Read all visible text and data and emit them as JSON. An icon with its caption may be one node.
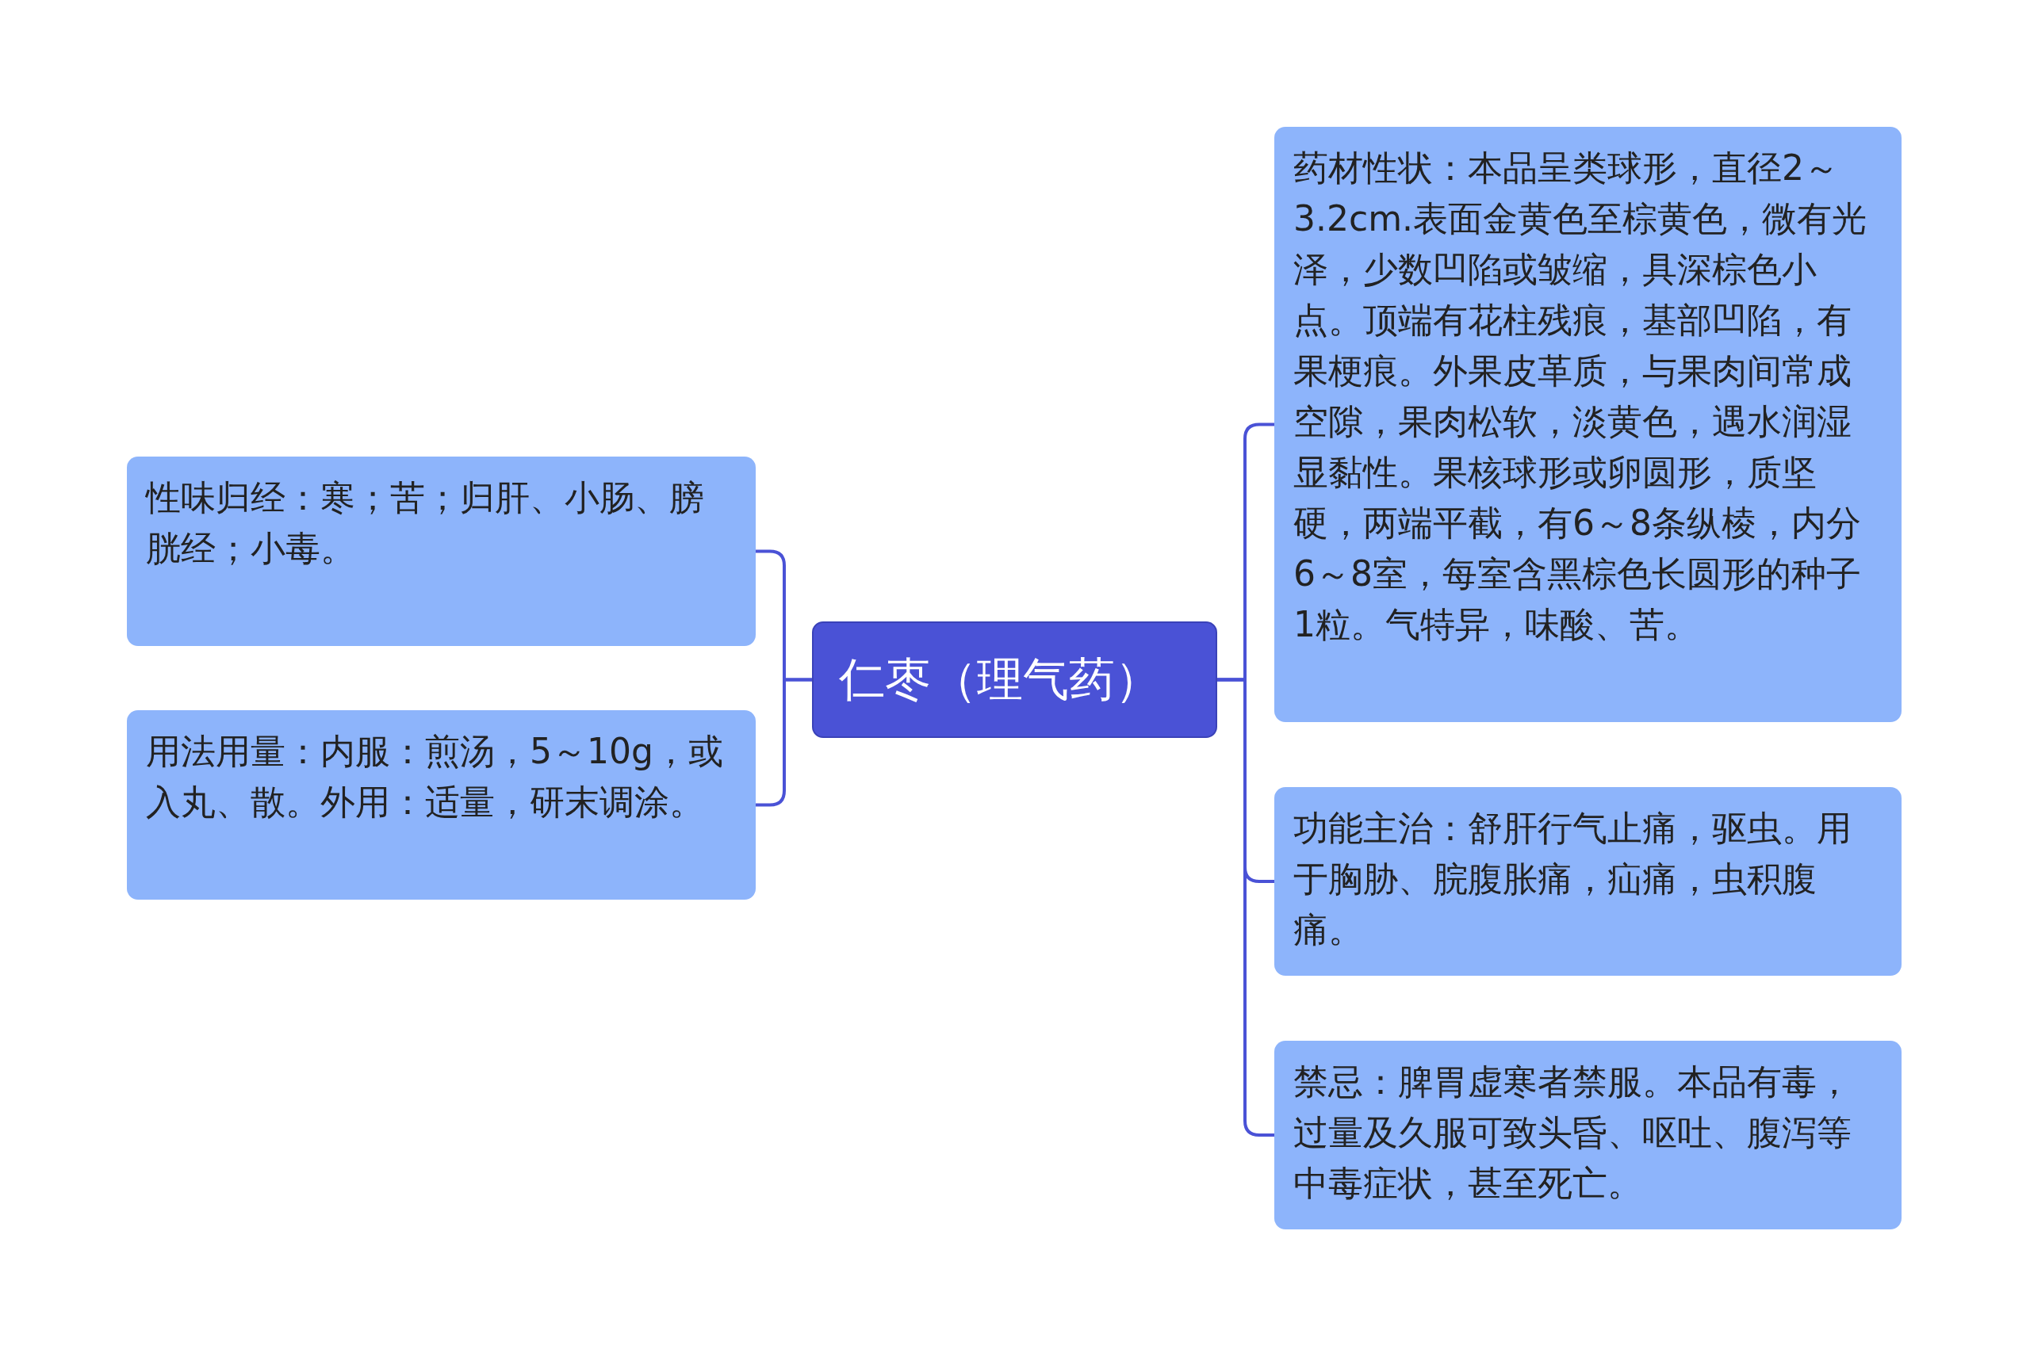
{
  "diagram": {
    "nodes": [
      {
        "text": [
          "仁枣（理气药）"
        ]
      },
      {
        "text": [
          "性味归经：寒；苦；归肝、小肠、膀胱经；小毒。"
        ]
      },
      {
        "text": [
          "用法用量：内服：煎汤，5～10g，或入丸、散。外用：适量，研末调涂。"
        ]
      },
      {
        "text": [
          "药材性状：本品呈类球形，直径2～3.2cm.表面金黄色至棕黄色，微有光泽，少数凹陷或皱缩，具深棕色小点。顶端有花柱残痕，基部凹陷，有果梗痕。外果皮革质，与果肉间常成空隙，果肉松软，淡黄色，遇水润湿显黏性。果核球形或卵圆形，质坚硬，两端平截，有6～8条纵棱，内分6～8室，每室含黑棕色长圆形的种子1粒。气特异，味酸、苦。"
        ]
      },
      {
        "text": [
          "功能主治：舒肝行气止痛，驱虫。用于胸胁、脘腹胀痛，疝痛，虫积腹痛。"
        ]
      },
      {
        "text": [
          "禁忌：脾胃虚寒者禁服。本品有毒，过量及久服可致头昏、呕吐、腹泻等中毒症状，甚至死亡。"
        ]
      }
    ],
    "edges": [
      {
        "from": 0,
        "to": 1,
        "arrow": "none"
      },
      {
        "from": 0,
        "to": 2,
        "arrow": "none"
      },
      {
        "from": 0,
        "to": 3,
        "arrow": "none"
      },
      {
        "from": 0,
        "to": 4,
        "arrow": "none"
      },
      {
        "from": 0,
        "to": 5,
        "arrow": "none"
      }
    ]
  }
}
